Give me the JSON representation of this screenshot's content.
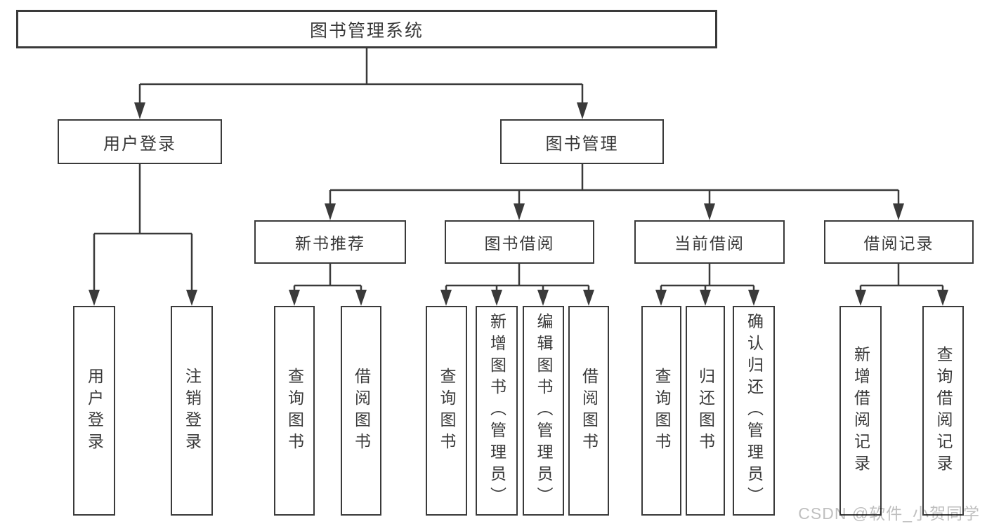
{
  "tree": {
    "label": "图书管理系统",
    "children": [
      {
        "label": "用户登录",
        "children": [
          {
            "label": "用户登录"
          },
          {
            "label": "注销登录"
          }
        ]
      },
      {
        "label": "图书管理",
        "children": [
          {
            "label": "新书推荐",
            "children": [
              {
                "label": "查询图书"
              },
              {
                "label": "借阅图书"
              }
            ]
          },
          {
            "label": "图书借阅",
            "children": [
              {
                "label": "查询图书"
              },
              {
                "label": "新增图书（管理员）"
              },
              {
                "label": "编辑图书（管理员）"
              },
              {
                "label": "借阅图书"
              }
            ]
          },
          {
            "label": "当前借阅",
            "children": [
              {
                "label": "查询图书"
              },
              {
                "label": "归还图书"
              },
              {
                "label": "确认归还（管理员）"
              }
            ]
          },
          {
            "label": "借阅记录",
            "children": [
              {
                "label": "新增借阅记录"
              },
              {
                "label": "查询借阅记录"
              }
            ]
          }
        ]
      }
    ]
  },
  "watermark": {
    "text": "CSDN @软件_小贺同学"
  },
  "colors": {
    "line": "#3a3a3a",
    "box_border": "#3a3a3a",
    "box_fill": "#ffffff",
    "text": "#3a3a3a",
    "watermark": "#bfbfbf",
    "background": "#ffffff"
  }
}
